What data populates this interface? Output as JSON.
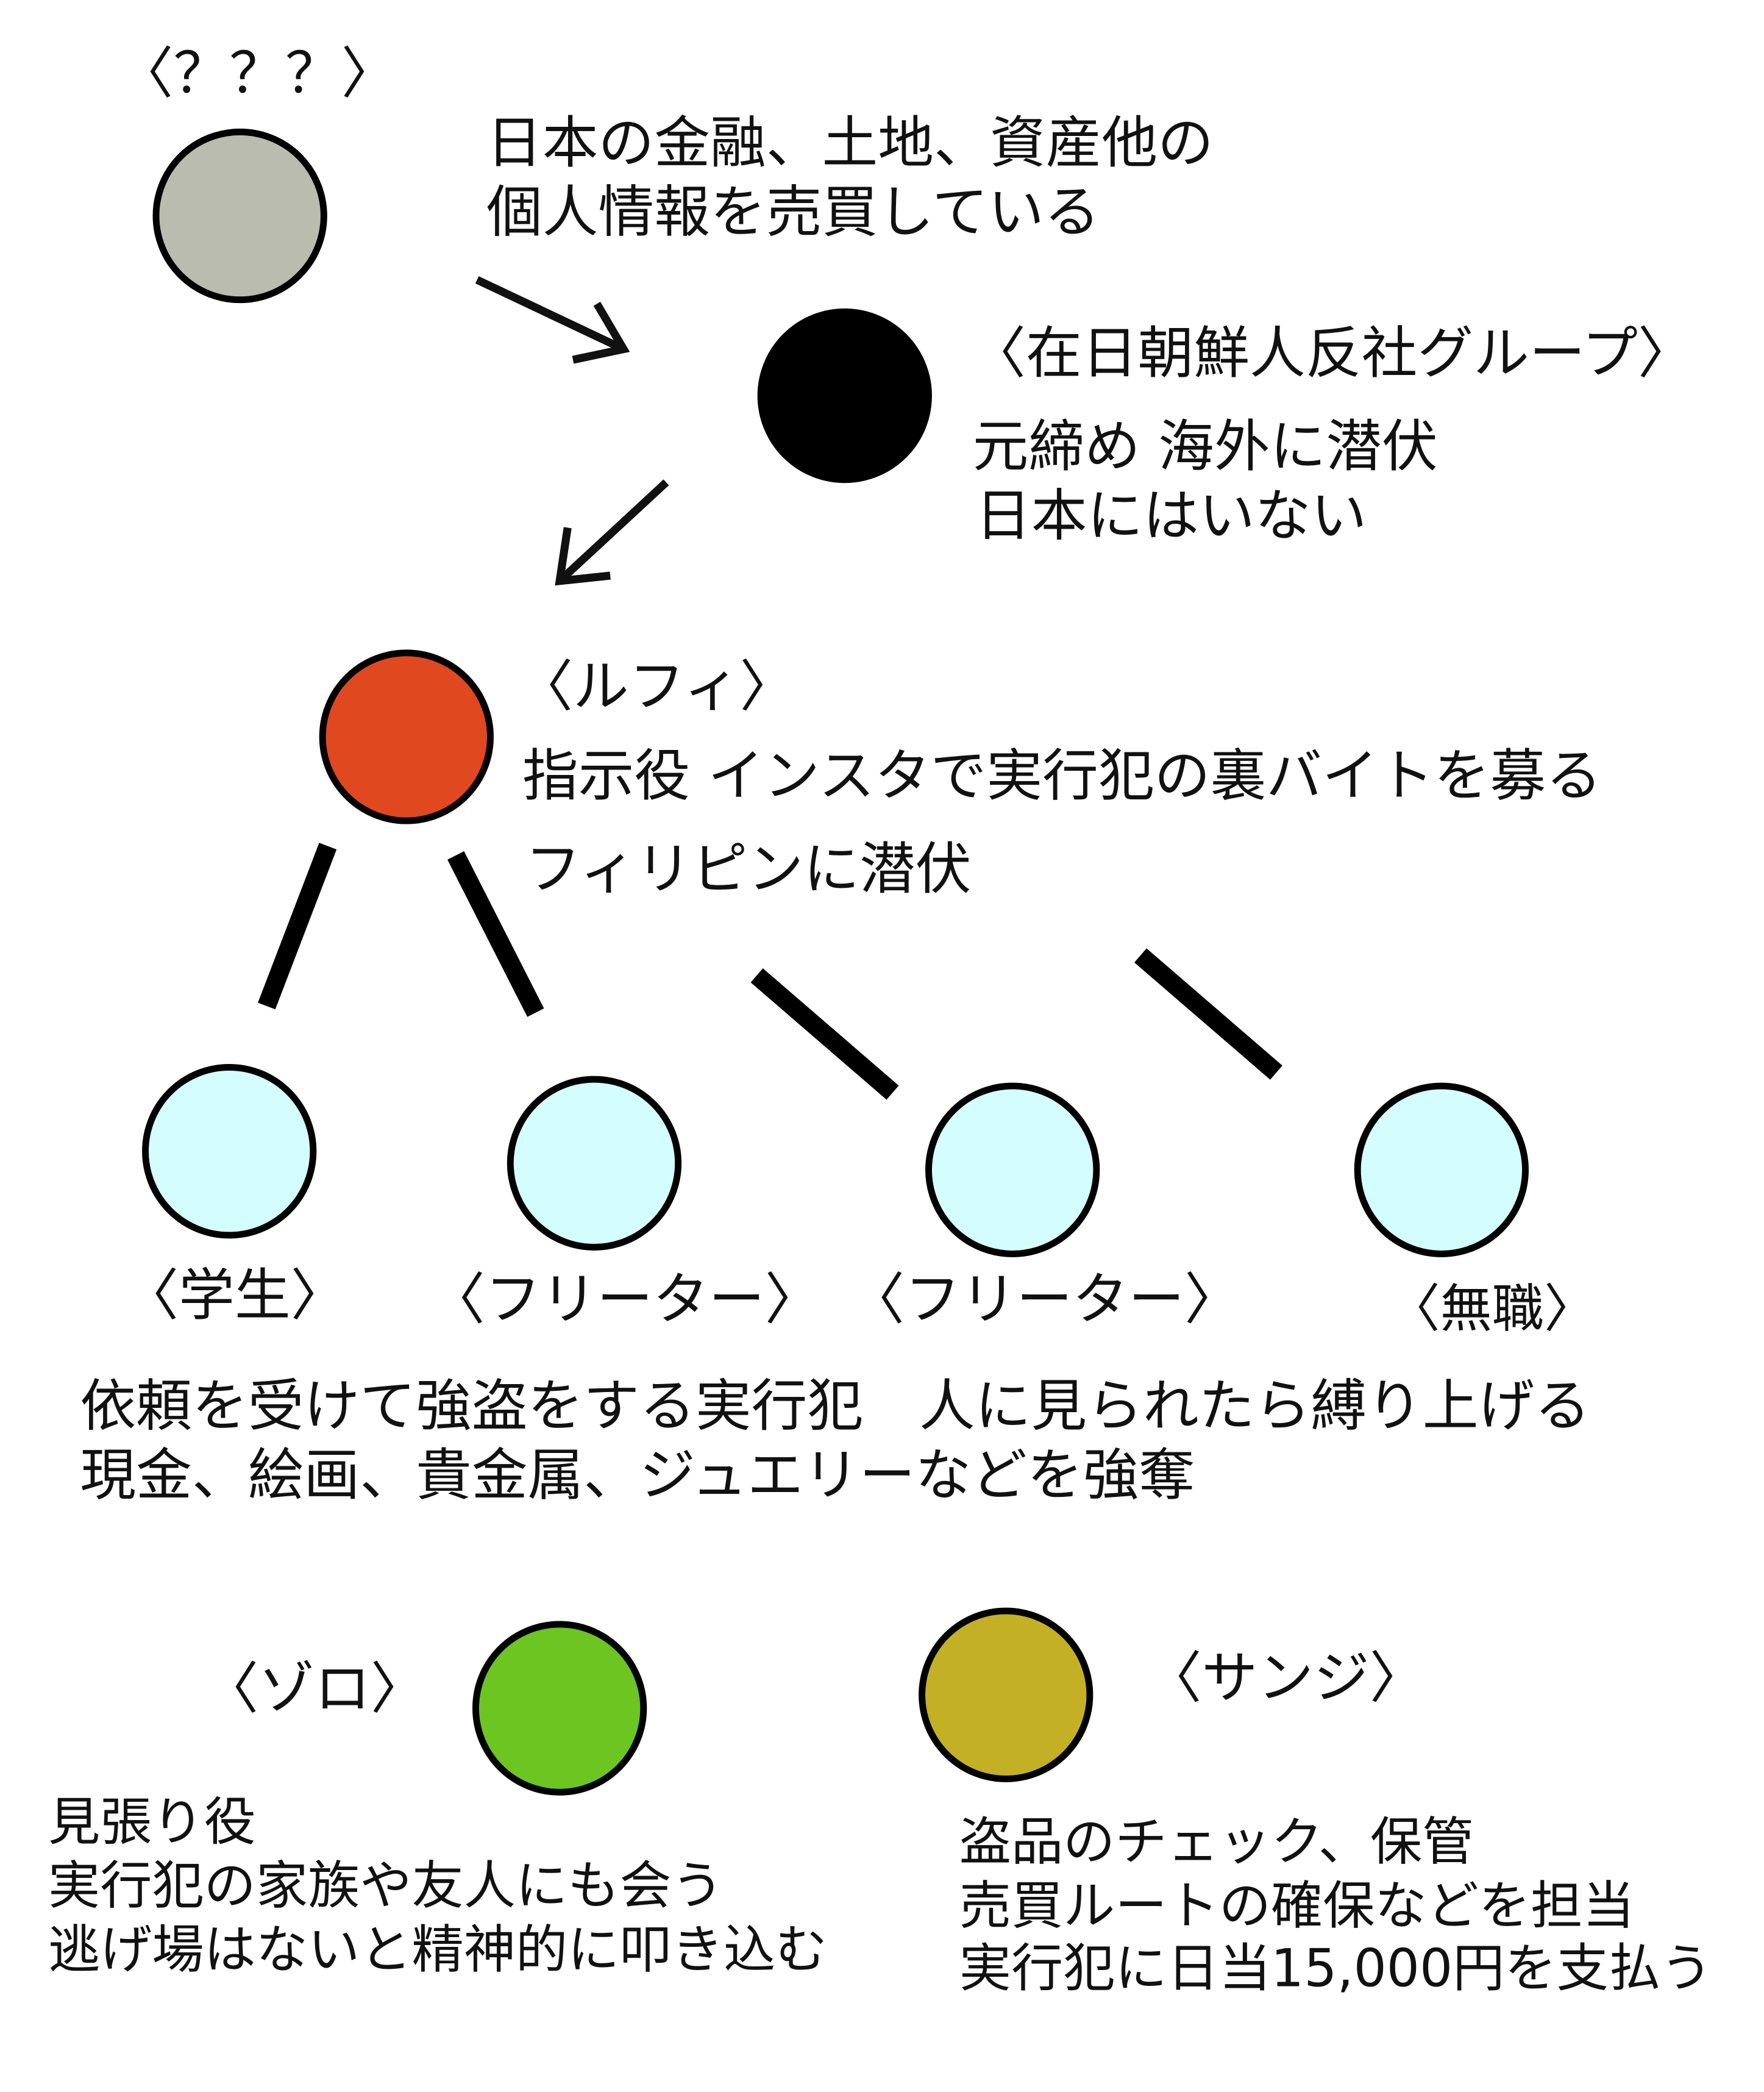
{
  "colors": {
    "unknown": "#bbbcb0",
    "group": "#000000",
    "luffy": "#e0481f",
    "executor": "#d4fdfd",
    "zoro": "#6cc520",
    "sanji": "#c4b024"
  },
  "unknown": {
    "label": "〈？？？〉",
    "desc": [
      "日本の金融、土地、資産他の",
      "個人情報を売買している"
    ]
  },
  "group": {
    "label": "〈在日朝鮮人反社グループ〉",
    "desc": [
      "元締め 海外に潜伏",
      "日本にはいない"
    ]
  },
  "luffy": {
    "label": "〈ルフィ〉",
    "desc": [
      "指示役 インスタで実行犯の裏バイトを募る",
      "フィリピンに潜伏"
    ]
  },
  "executors": {
    "labels": [
      "〈学生〉",
      "〈フリーター〉",
      "〈フリーター〉",
      "〈無職〉"
    ],
    "desc": [
      "依頼を受けて強盗をする実行犯　人に見られたら縛り上げる",
      "現金、絵画、貴金属、ジュエリーなどを強奪"
    ]
  },
  "zoro": {
    "label": "〈ゾロ〉",
    "desc": [
      "見張り役",
      "実行犯の家族や友人にも会う",
      "逃げ場はないと精神的に叩き込む"
    ]
  },
  "sanji": {
    "label": "〈サンジ〉",
    "desc": [
      "盗品のチェック、保管",
      "売買ルートの確保などを担当",
      "実行犯に日当15,000円を支払う"
    ]
  }
}
